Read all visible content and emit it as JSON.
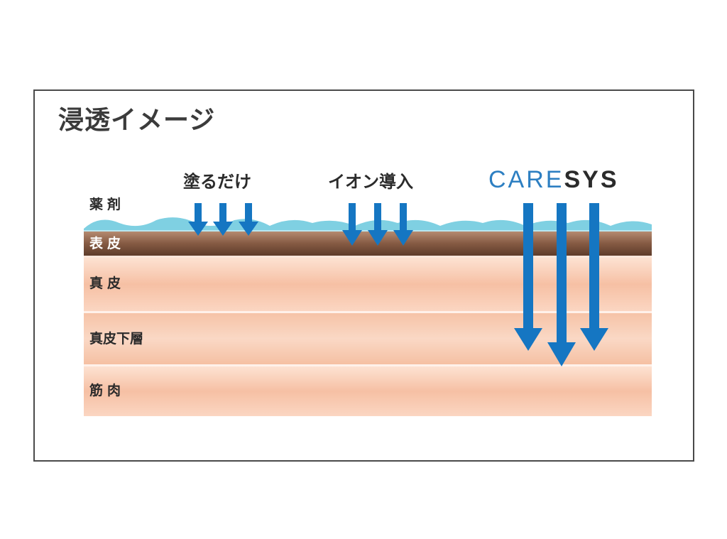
{
  "title": "浸透イメージ",
  "methods": {
    "paint": "塗るだけ",
    "ion": "イオン導入",
    "brand_care": "CARE",
    "brand_sys": "SYS"
  },
  "layers": {
    "agent": "薬剤",
    "epidermis": "表皮",
    "dermis": "真皮",
    "subcutis": "真皮下層",
    "muscle": "筋肉"
  },
  "colors": {
    "arrow": "#1576c2",
    "agent_wave": "#7fd0e2",
    "epidermis": "#8c6048",
    "layer_peach": "#f7c5aa",
    "brand_blue": "#2d7fc2"
  },
  "arrows": [
    {
      "name": "paint-arrow-1",
      "method": "paint",
      "depth": "epidermis"
    },
    {
      "name": "paint-arrow-2",
      "method": "paint",
      "depth": "epidermis"
    },
    {
      "name": "paint-arrow-3",
      "method": "paint",
      "depth": "epidermis"
    },
    {
      "name": "ion-arrow-1",
      "method": "ion",
      "depth": "epidermis"
    },
    {
      "name": "ion-arrow-2",
      "method": "ion",
      "depth": "epidermis"
    },
    {
      "name": "ion-arrow-3",
      "method": "ion",
      "depth": "epidermis"
    },
    {
      "name": "caresys-arrow-1",
      "method": "caresys",
      "depth": "subcutis"
    },
    {
      "name": "caresys-arrow-2",
      "method": "caresys",
      "depth": "subcutis"
    },
    {
      "name": "caresys-arrow-3",
      "method": "caresys",
      "depth": "subcutis"
    }
  ]
}
